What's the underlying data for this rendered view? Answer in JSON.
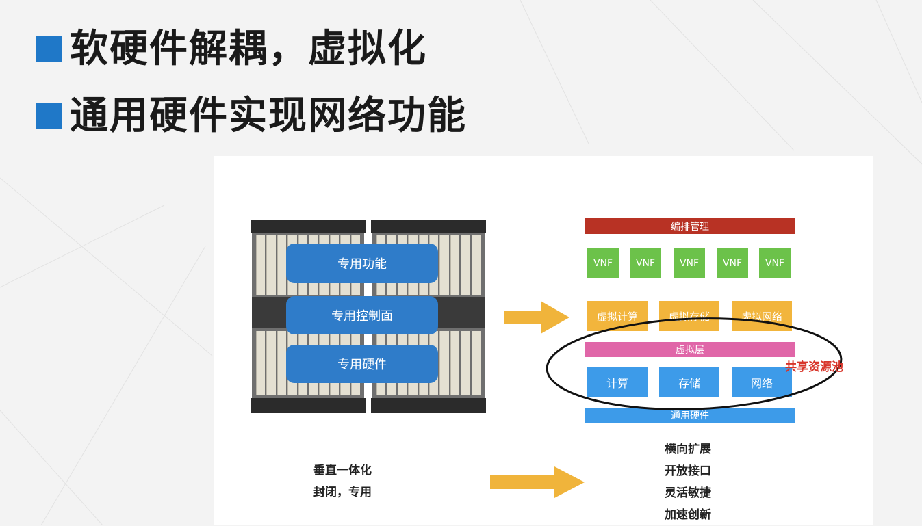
{
  "slide": {
    "bullets": [
      {
        "text": "软硬件解耦，虚拟化"
      },
      {
        "text": "通用硬件实现网络功能"
      }
    ],
    "accent_color": "#1f78c8"
  },
  "left_diagram": {
    "labels": [
      "专用功能",
      "专用控制面",
      "专用硬件"
    ],
    "caption_lines": [
      "垂直一体化",
      "封闭，专用"
    ]
  },
  "right_diagram": {
    "orchestration": "编排管理",
    "vnfs": [
      "VNF",
      "VNF",
      "VNF",
      "VNF",
      "VNF"
    ],
    "virtual_resources": [
      "虚拟计算",
      "虚拟存储",
      "虚拟网络"
    ],
    "virtual_layer": "虚拟层",
    "physical_resources": [
      "计算",
      "存储",
      "网络"
    ],
    "hardware": "通用硬件",
    "shared_pool_label": "共享资源池",
    "caption_lines": [
      "横向扩展",
      "开放接口",
      "灵活敏捷",
      "加速创新"
    ],
    "colors": {
      "orchestration": "#b83224",
      "vnf": "#6cc24a",
      "virtual_resource": "#f2b53c",
      "virtual_layer": "#e066a8",
      "physical": "#3d9be9",
      "arrow": "#f0b43b",
      "shared_pool_text": "#d8352a"
    }
  }
}
